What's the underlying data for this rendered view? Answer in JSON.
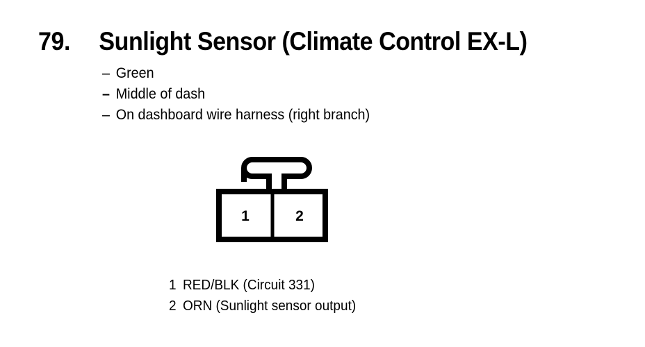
{
  "heading": {
    "number": "79.",
    "title": "Sunlight Sensor (Climate Control EX-L)"
  },
  "details": [
    {
      "bullet": "–",
      "text": "Green"
    },
    {
      "bullet": "–",
      "text": "Middle of dash"
    },
    {
      "bullet": "–",
      "text": "On dashboard wire harness (right branch)"
    }
  ],
  "connector": {
    "cavities": [
      {
        "number": "1"
      },
      {
        "number": "2"
      }
    ]
  },
  "legend": [
    {
      "pin": "1",
      "text": "RED/BLK (Circuit 331)"
    },
    {
      "pin": "2",
      "text": "ORN (Sunlight sensor output)"
    }
  ],
  "colors": {
    "ink": "#000000",
    "page": "#ffffff"
  }
}
